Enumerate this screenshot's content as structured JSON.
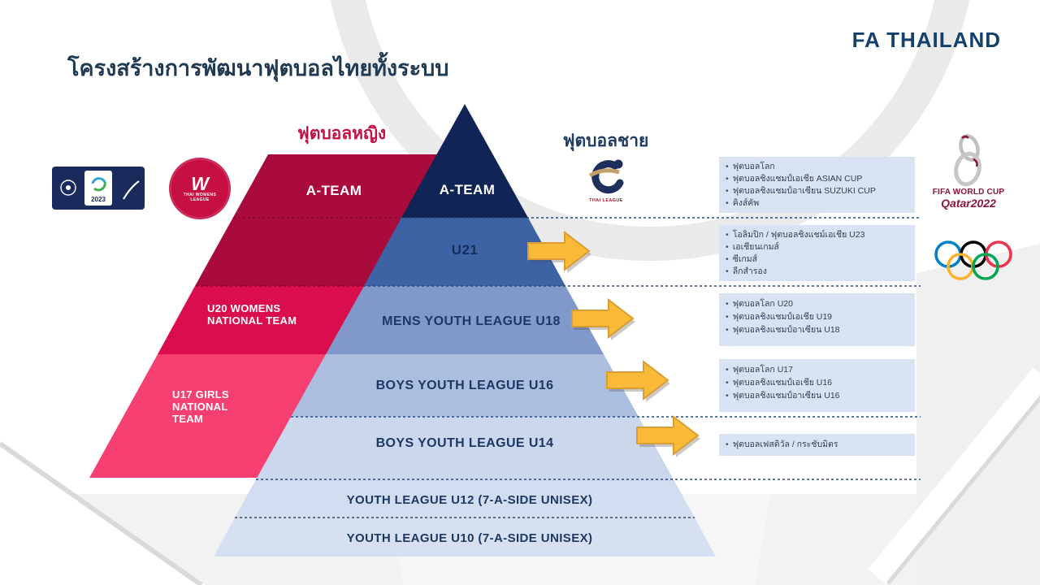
{
  "slide": {
    "title": "โครงสร้างการพัฒนาฟุตบอลไทยทั้งระบบ",
    "brand": "FA THAILAND"
  },
  "column_labels": {
    "women": "ฟุตบอลหญิง",
    "men": "ฟุตบอลชาย"
  },
  "pyramid": {
    "levels": [
      {
        "label": "A-TEAM"
      },
      {
        "label": "U21"
      },
      {
        "label": "MENS YOUTH LEAGUE  U18"
      },
      {
        "label": "BOYS YOUTH LEAGUE U16"
      },
      {
        "label": "BOYS YOUTH LEAGUE  U14"
      },
      {
        "label": "YOUTH LEAGUE U12 (7-A-SIDE UNISEX)"
      },
      {
        "label": "YOUTH LEAGUE U10 (7-A-SIDE UNISEX)"
      }
    ]
  },
  "women_pathway": {
    "levels": [
      {
        "label": "A-TEAM"
      },
      {
        "label": "U20 WOMENS NATIONAL TEAM"
      },
      {
        "label": "U17 GIRLS NATIONAL TEAM"
      }
    ]
  },
  "panels": [
    {
      "items": [
        "ฟุตบอลโลก",
        "ฟุตบอลชิงแชมป์เอเชีย ASIAN CUP",
        "ฟุตบอลชิงแชมป์อาเซียน SUZUKI CUP",
        "คิงส์คัพ"
      ]
    },
    {
      "items": [
        "โอลิมปิก / ฟุตบอลชิงแชม์เอเชีย  U23",
        "เอเชียนเกมส์",
        "ซีเกมส์",
        "ลีกสำรอง"
      ]
    },
    {
      "items": [
        "ฟุตบอลโลก U20",
        "ฟุตบอลชิงแชมป์เอเชีย U19",
        "ฟุตบอลชิงแชมป์อาเซียน U18"
      ]
    },
    {
      "items": [
        "ฟุตบอลโลก U17",
        "ฟุตบอลชิงแชมป์เอเชีย U16",
        "ฟุตบอลชิงแชมป์อาเซียน U16"
      ]
    },
    {
      "items": [
        "ฟุตบอลเฟสติวัล / กระชับมิตร"
      ]
    }
  ],
  "logos": {
    "fifa_wwc_2023": {
      "year": "2023"
    },
    "thai_womens_league": {
      "mark": "W",
      "name": "THAI WOMENS LEAGUE"
    },
    "thai_league": {
      "name": "THAI LEAGUE"
    },
    "fifa_world_cup_qatar": {
      "line1": "FIFA WORLD CUP",
      "line2": "Qatar2022"
    }
  },
  "colors": {
    "navy_a_team": "#102455",
    "blue_u21": "#3E63A4",
    "blue_u18": "#8098CA",
    "blue_u16": "#ABBEDF",
    "blue_u14": "#CBD7ED",
    "blue_u12": "#D3DDF0",
    "blue_u10": "#D6E0F1",
    "crimson_a_team": "#A90B3D",
    "crimson_u20": "#DB0E4D",
    "pink_u17": "#F64072",
    "panel_bg": "#D9E2F3",
    "arrow_yellow": "#F8BA38",
    "title_navy": "#203A53",
    "label_crimson": "#C11243"
  }
}
